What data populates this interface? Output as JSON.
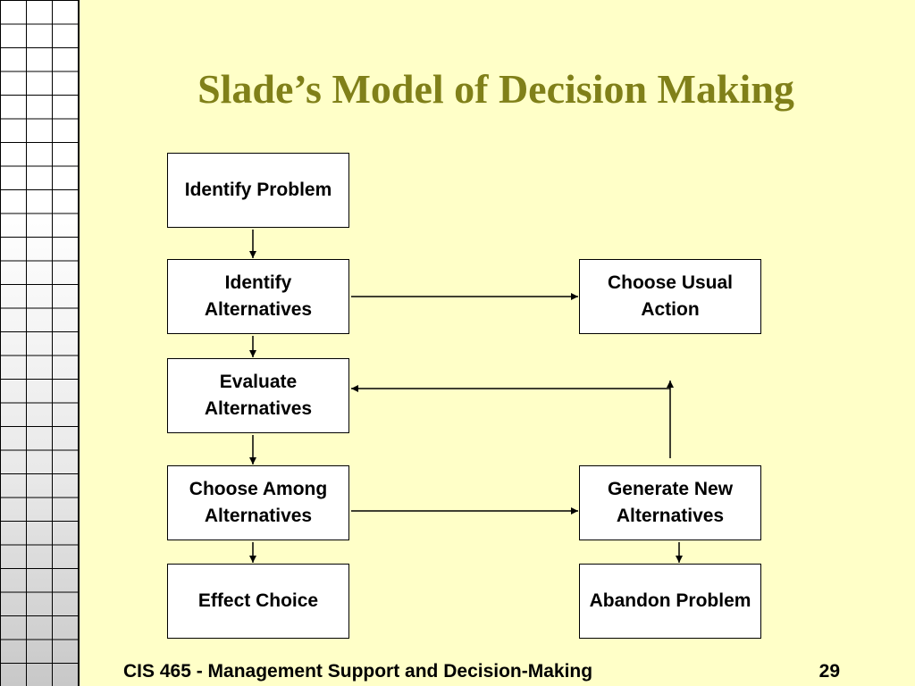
{
  "slide": {
    "title": "Slade’s Model of Decision Making",
    "footer": "CIS 465 - Management Support and Decision-Making",
    "page_number": "29"
  },
  "diagram": {
    "boxes": {
      "identify_problem": "Identify Problem",
      "identify_alternatives": "Identify Alternatives",
      "evaluate_alternatives": "Evaluate Alternatives",
      "choose_among_alternatives": "Choose Among Alternatives",
      "effect_choice": "Effect Choice",
      "choose_usual_action": "Choose Usual Action",
      "generate_new_alternatives": "Generate New Alternatives",
      "abandon_problem": "Abandon Problem"
    }
  },
  "colors": {
    "background": "#ffffc8",
    "title": "#808019",
    "line": "#000000"
  }
}
